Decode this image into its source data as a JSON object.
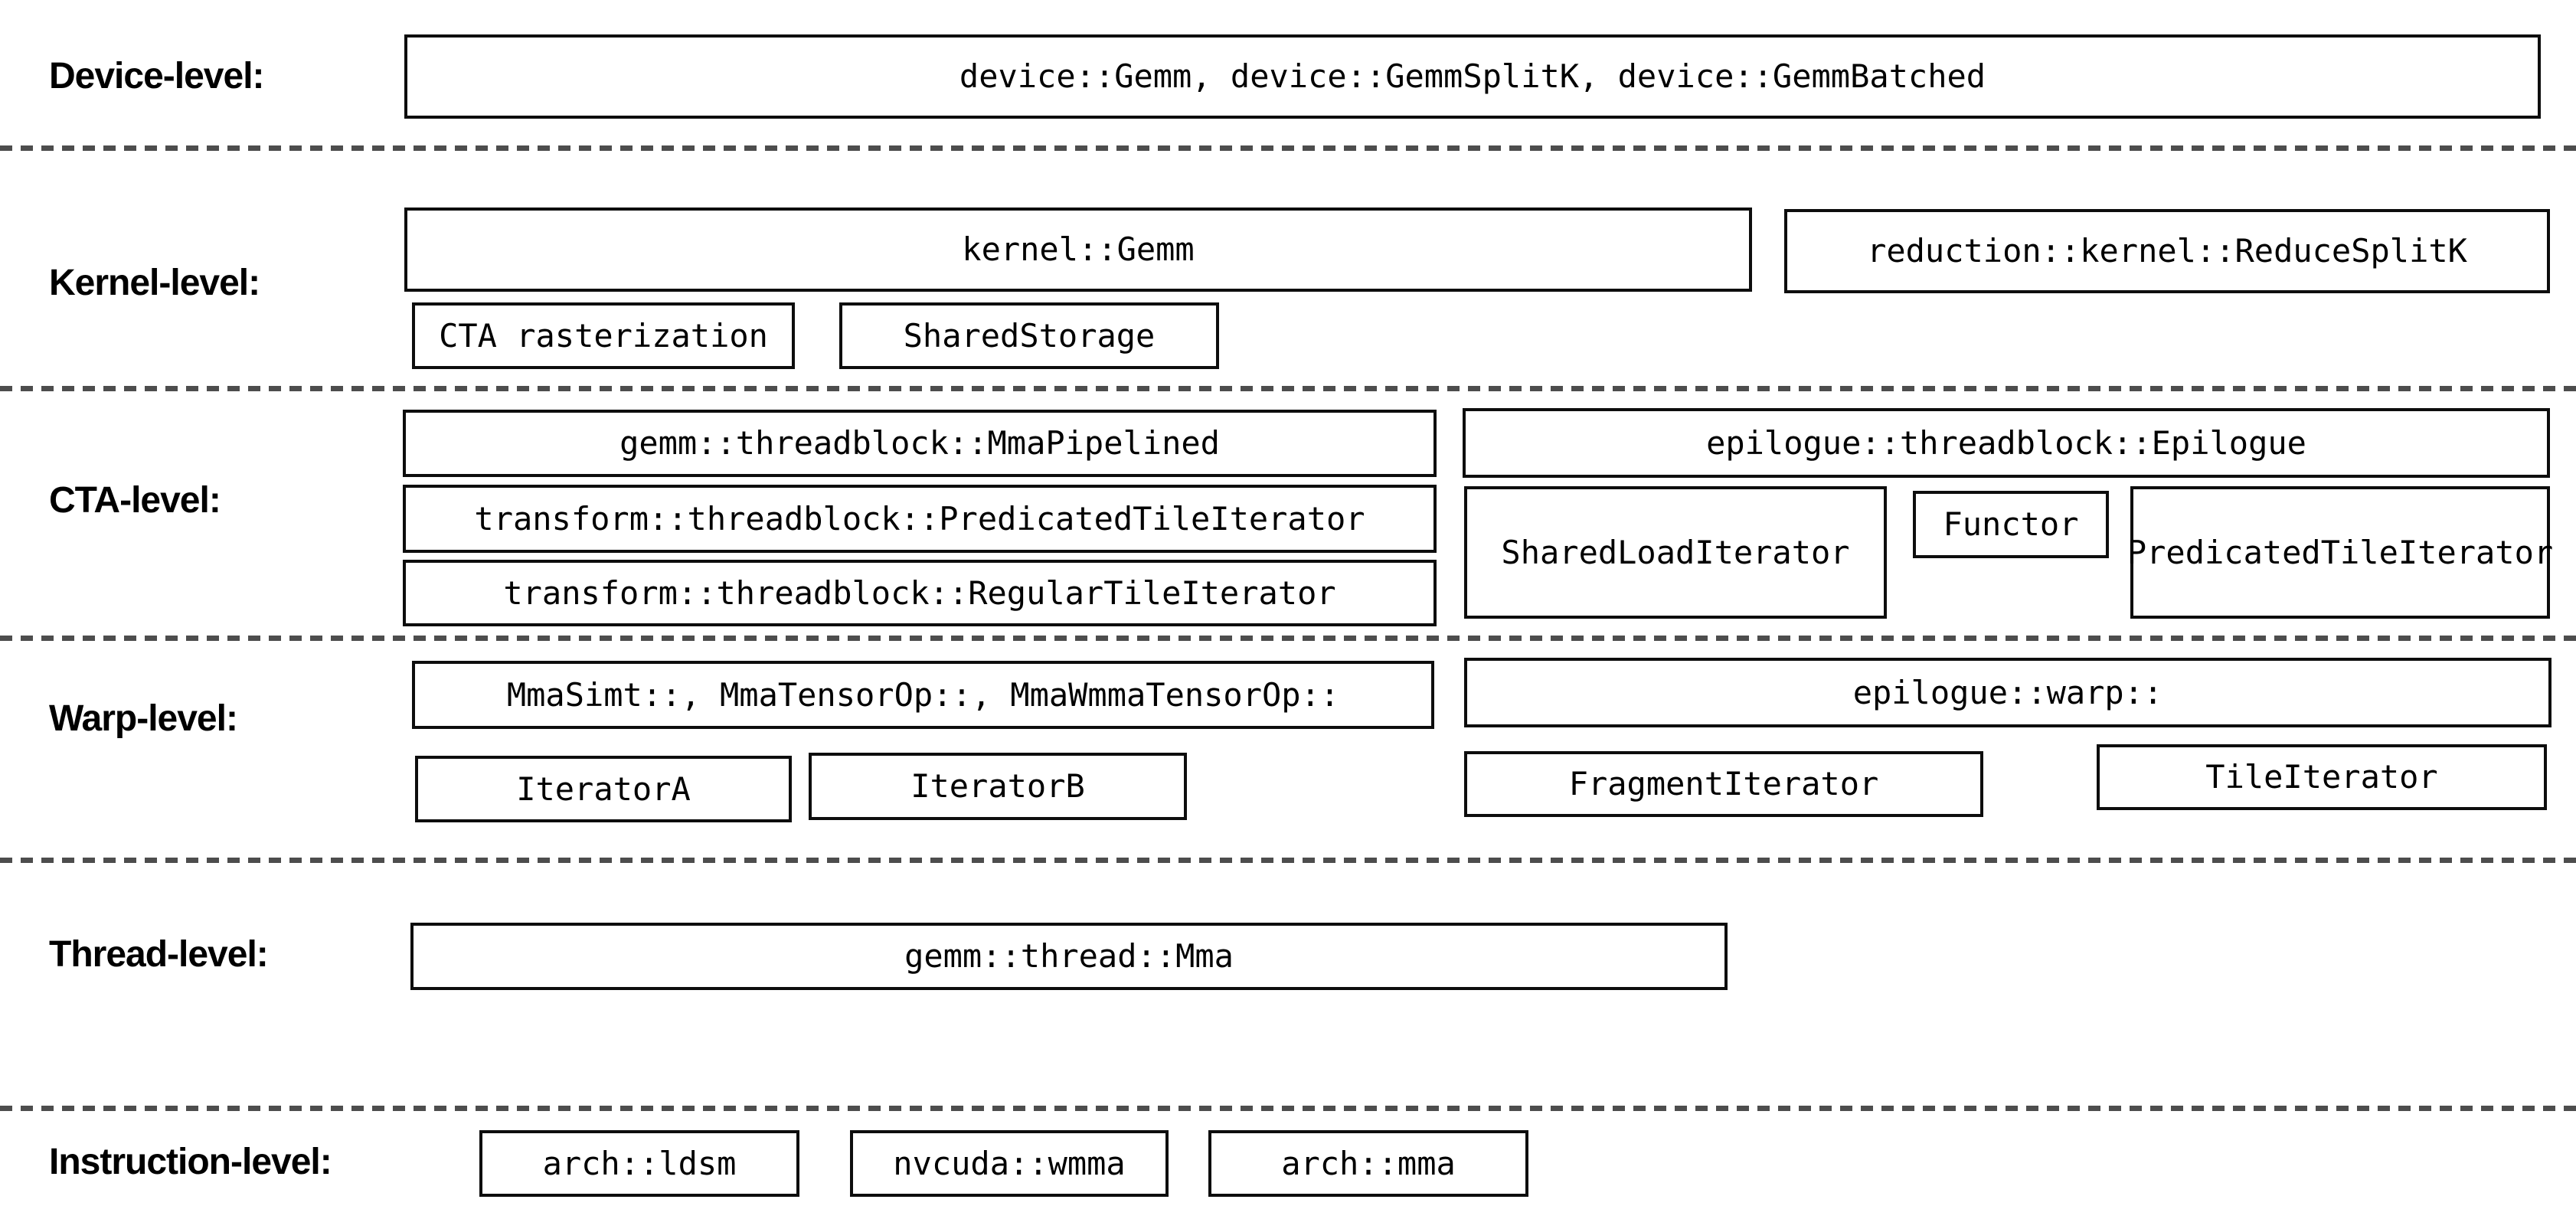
{
  "colors": {
    "background": "#ffffff",
    "box_border": "#0d0d0d",
    "separator_dash": "#4d4d4d",
    "text": "#000000"
  },
  "levels": [
    {
      "label": "Device-level:",
      "boxes": [
        {
          "text": "device::Gemm, device::GemmSplitK, device::GemmBatched"
        }
      ]
    },
    {
      "label": "Kernel-level:",
      "boxes": [
        {
          "text": "kernel::Gemm"
        },
        {
          "text": "reduction::kernel::ReduceSplitK"
        },
        {
          "text": "CTA rasterization"
        },
        {
          "text": "SharedStorage"
        }
      ]
    },
    {
      "label": "CTA-level:",
      "boxes": [
        {
          "text": "gemm::threadblock::MmaPipelined"
        },
        {
          "text": "transform::threadblock::PredicatedTileIterator"
        },
        {
          "text": "transform::threadblock::RegularTileIterator"
        },
        {
          "text": "epilogue::threadblock::Epilogue"
        },
        {
          "text": "SharedLoadIterator"
        },
        {
          "text": "Functor"
        },
        {
          "text": "PredicatedTileIterator"
        }
      ]
    },
    {
      "label": "Warp-level:",
      "boxes": [
        {
          "text": "MmaSimt::, MmaTensorOp::, MmaWmmaTensorOp::"
        },
        {
          "text": "IteratorA"
        },
        {
          "text": "IteratorB"
        },
        {
          "text": "epilogue::warp::"
        },
        {
          "text": "FragmentIterator"
        },
        {
          "text": "TileIterator"
        }
      ]
    },
    {
      "label": "Thread-level:",
      "boxes": [
        {
          "text": "gemm::thread::Mma"
        }
      ]
    },
    {
      "label": "Instruction-level:",
      "boxes": [
        {
          "text": "arch::ldsm"
        },
        {
          "text": "nvcuda::wmma"
        },
        {
          "text": "arch::mma"
        }
      ]
    }
  ]
}
